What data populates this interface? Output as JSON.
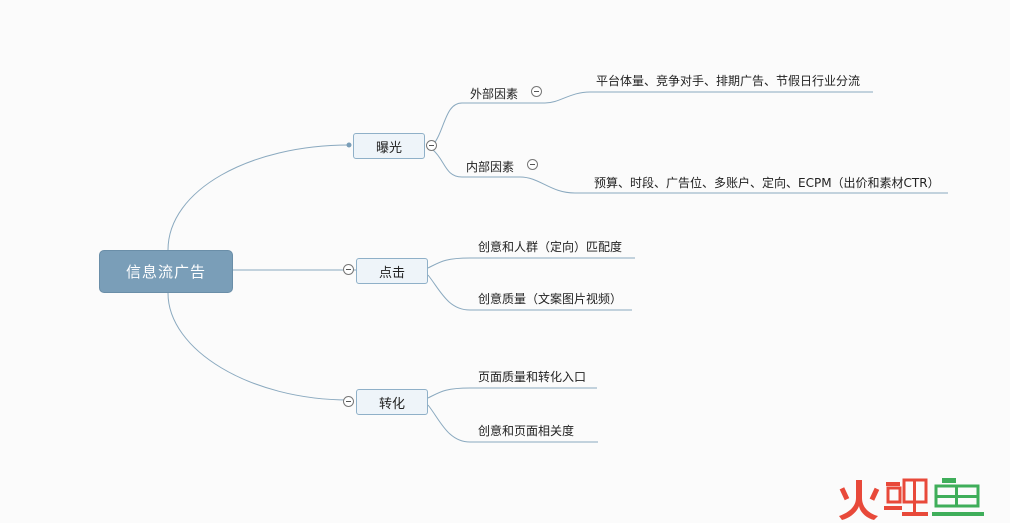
{
  "root": {
    "label": "信息流广告"
  },
  "branches": [
    {
      "label": "曝光",
      "children": [
        {
          "label": "外部因素",
          "detail": "平台体量、竞争对手、排期广告、节假日行业分流"
        },
        {
          "label": "内部因素",
          "detail": "预算、时段、广告位、多账户、定向、ECPM（出价和素材CTR）"
        }
      ]
    },
    {
      "label": "点击",
      "children": [
        {
          "label": "创意和人群（定向）匹配度"
        },
        {
          "label": "创意质量（文案图片视频）"
        }
      ]
    },
    {
      "label": "转化",
      "children": [
        {
          "label": "页面质量和转化入口"
        },
        {
          "label": "创意和页面相关度"
        }
      ]
    }
  ],
  "colors": {
    "line": "#8aa9bf",
    "root": "#7a9eb8",
    "node_border": "#8fb0c8",
    "watermark_red": "#e8493a",
    "watermark_green": "#3fae5a"
  },
  "watermark_icon": "huo-li-yu-logo"
}
